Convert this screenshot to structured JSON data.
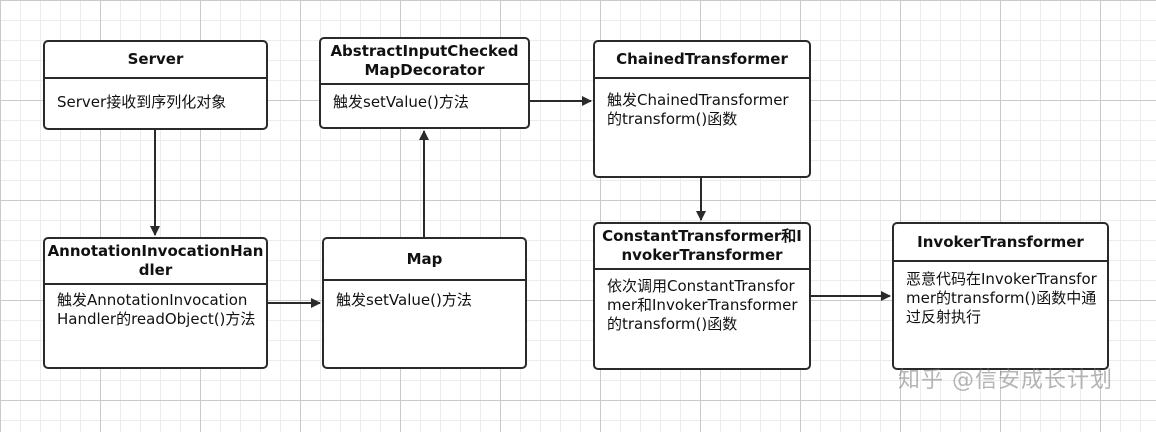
{
  "diagram": {
    "nodes": [
      {
        "id": "server",
        "title": "Server",
        "body": "Server接收到序列化对象"
      },
      {
        "id": "annotation",
        "title": "AnnotationInvocationHandler",
        "body": "触发AnnotationInvocationHandler的readObject()方法"
      },
      {
        "id": "map",
        "title": "Map",
        "body": "触发setValue()方法"
      },
      {
        "id": "abstract",
        "title": "AbstractInputCheckedMapDecorator",
        "body": "触发setValue()方法"
      },
      {
        "id": "chained",
        "title": "ChainedTransformer",
        "body": "触发ChainedTransformer的transform()函数"
      },
      {
        "id": "constant",
        "title": "ConstantTransformer和InvokerTransformer",
        "body": "依次调用ConstantTransformer和InvokerTransformer的transform()函数"
      },
      {
        "id": "invoker",
        "title": "InvokerTransformer",
        "body": "恶意代码在InvokerTransformer的transform()函数中通过反射执行"
      }
    ],
    "edges": [
      {
        "from": "server",
        "to": "annotation"
      },
      {
        "from": "annotation",
        "to": "map"
      },
      {
        "from": "map",
        "to": "abstract"
      },
      {
        "from": "abstract",
        "to": "chained"
      },
      {
        "from": "chained",
        "to": "constant"
      },
      {
        "from": "constant",
        "to": "invoker"
      }
    ]
  },
  "watermark": "知乎 @信安成长计划"
}
